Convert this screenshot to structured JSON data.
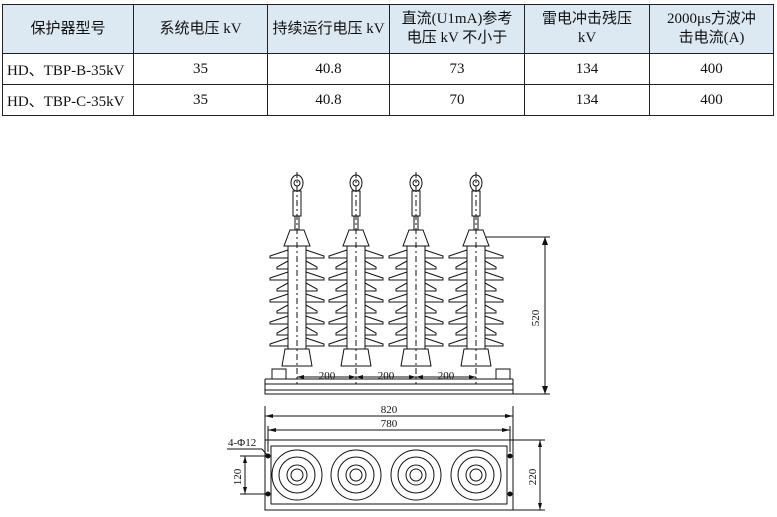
{
  "table": {
    "headers": [
      "保护器型号",
      "系统电压 kV",
      "持续运行电压 kV",
      "直流(U1mA)参考\n电压 kV 不小于",
      "雷电冲击残压\nkV",
      "2000μs方波冲\n击电流(A)"
    ],
    "rows": [
      [
        "HD、TBP-B-35kV",
        "35",
        "40.8",
        "73",
        "134",
        "400"
      ],
      [
        "HD、TBP-C-35kV",
        "35",
        "40.8",
        "70",
        "134",
        "400"
      ]
    ]
  },
  "drawing": {
    "spacing_labels": [
      "200",
      "200",
      "200"
    ],
    "height_label": "520",
    "overall_width_label": "820",
    "mount_width_label": "780",
    "hole_label": "4-Φ12",
    "hole_spacing_label": "120",
    "base_depth_label": "220"
  }
}
